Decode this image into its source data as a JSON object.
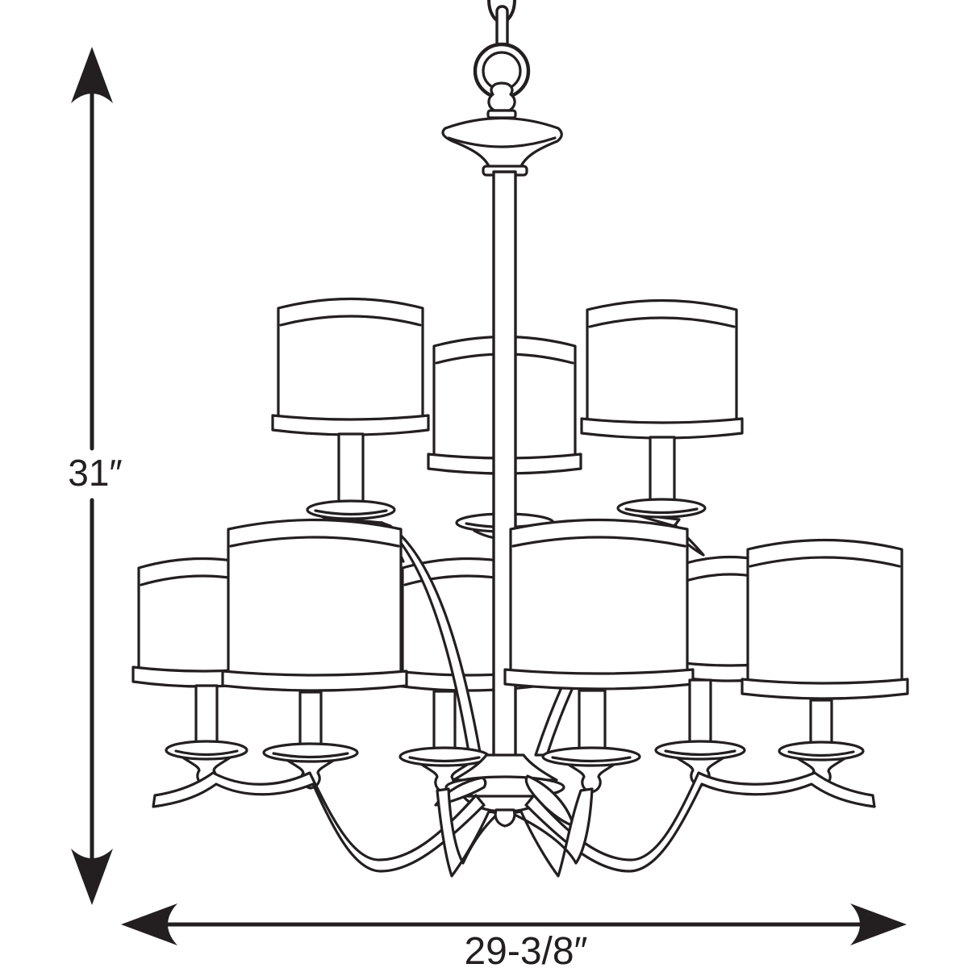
{
  "figure": {
    "type": "product dimension line drawing",
    "subject": "two-tier chandelier with drum shades",
    "top_tier_shades": 3,
    "bottom_tier_shades": 6,
    "height_label": "31″",
    "width_label": "29-3/8″",
    "line_color": "#231f20",
    "background_color": "#ffffff"
  }
}
